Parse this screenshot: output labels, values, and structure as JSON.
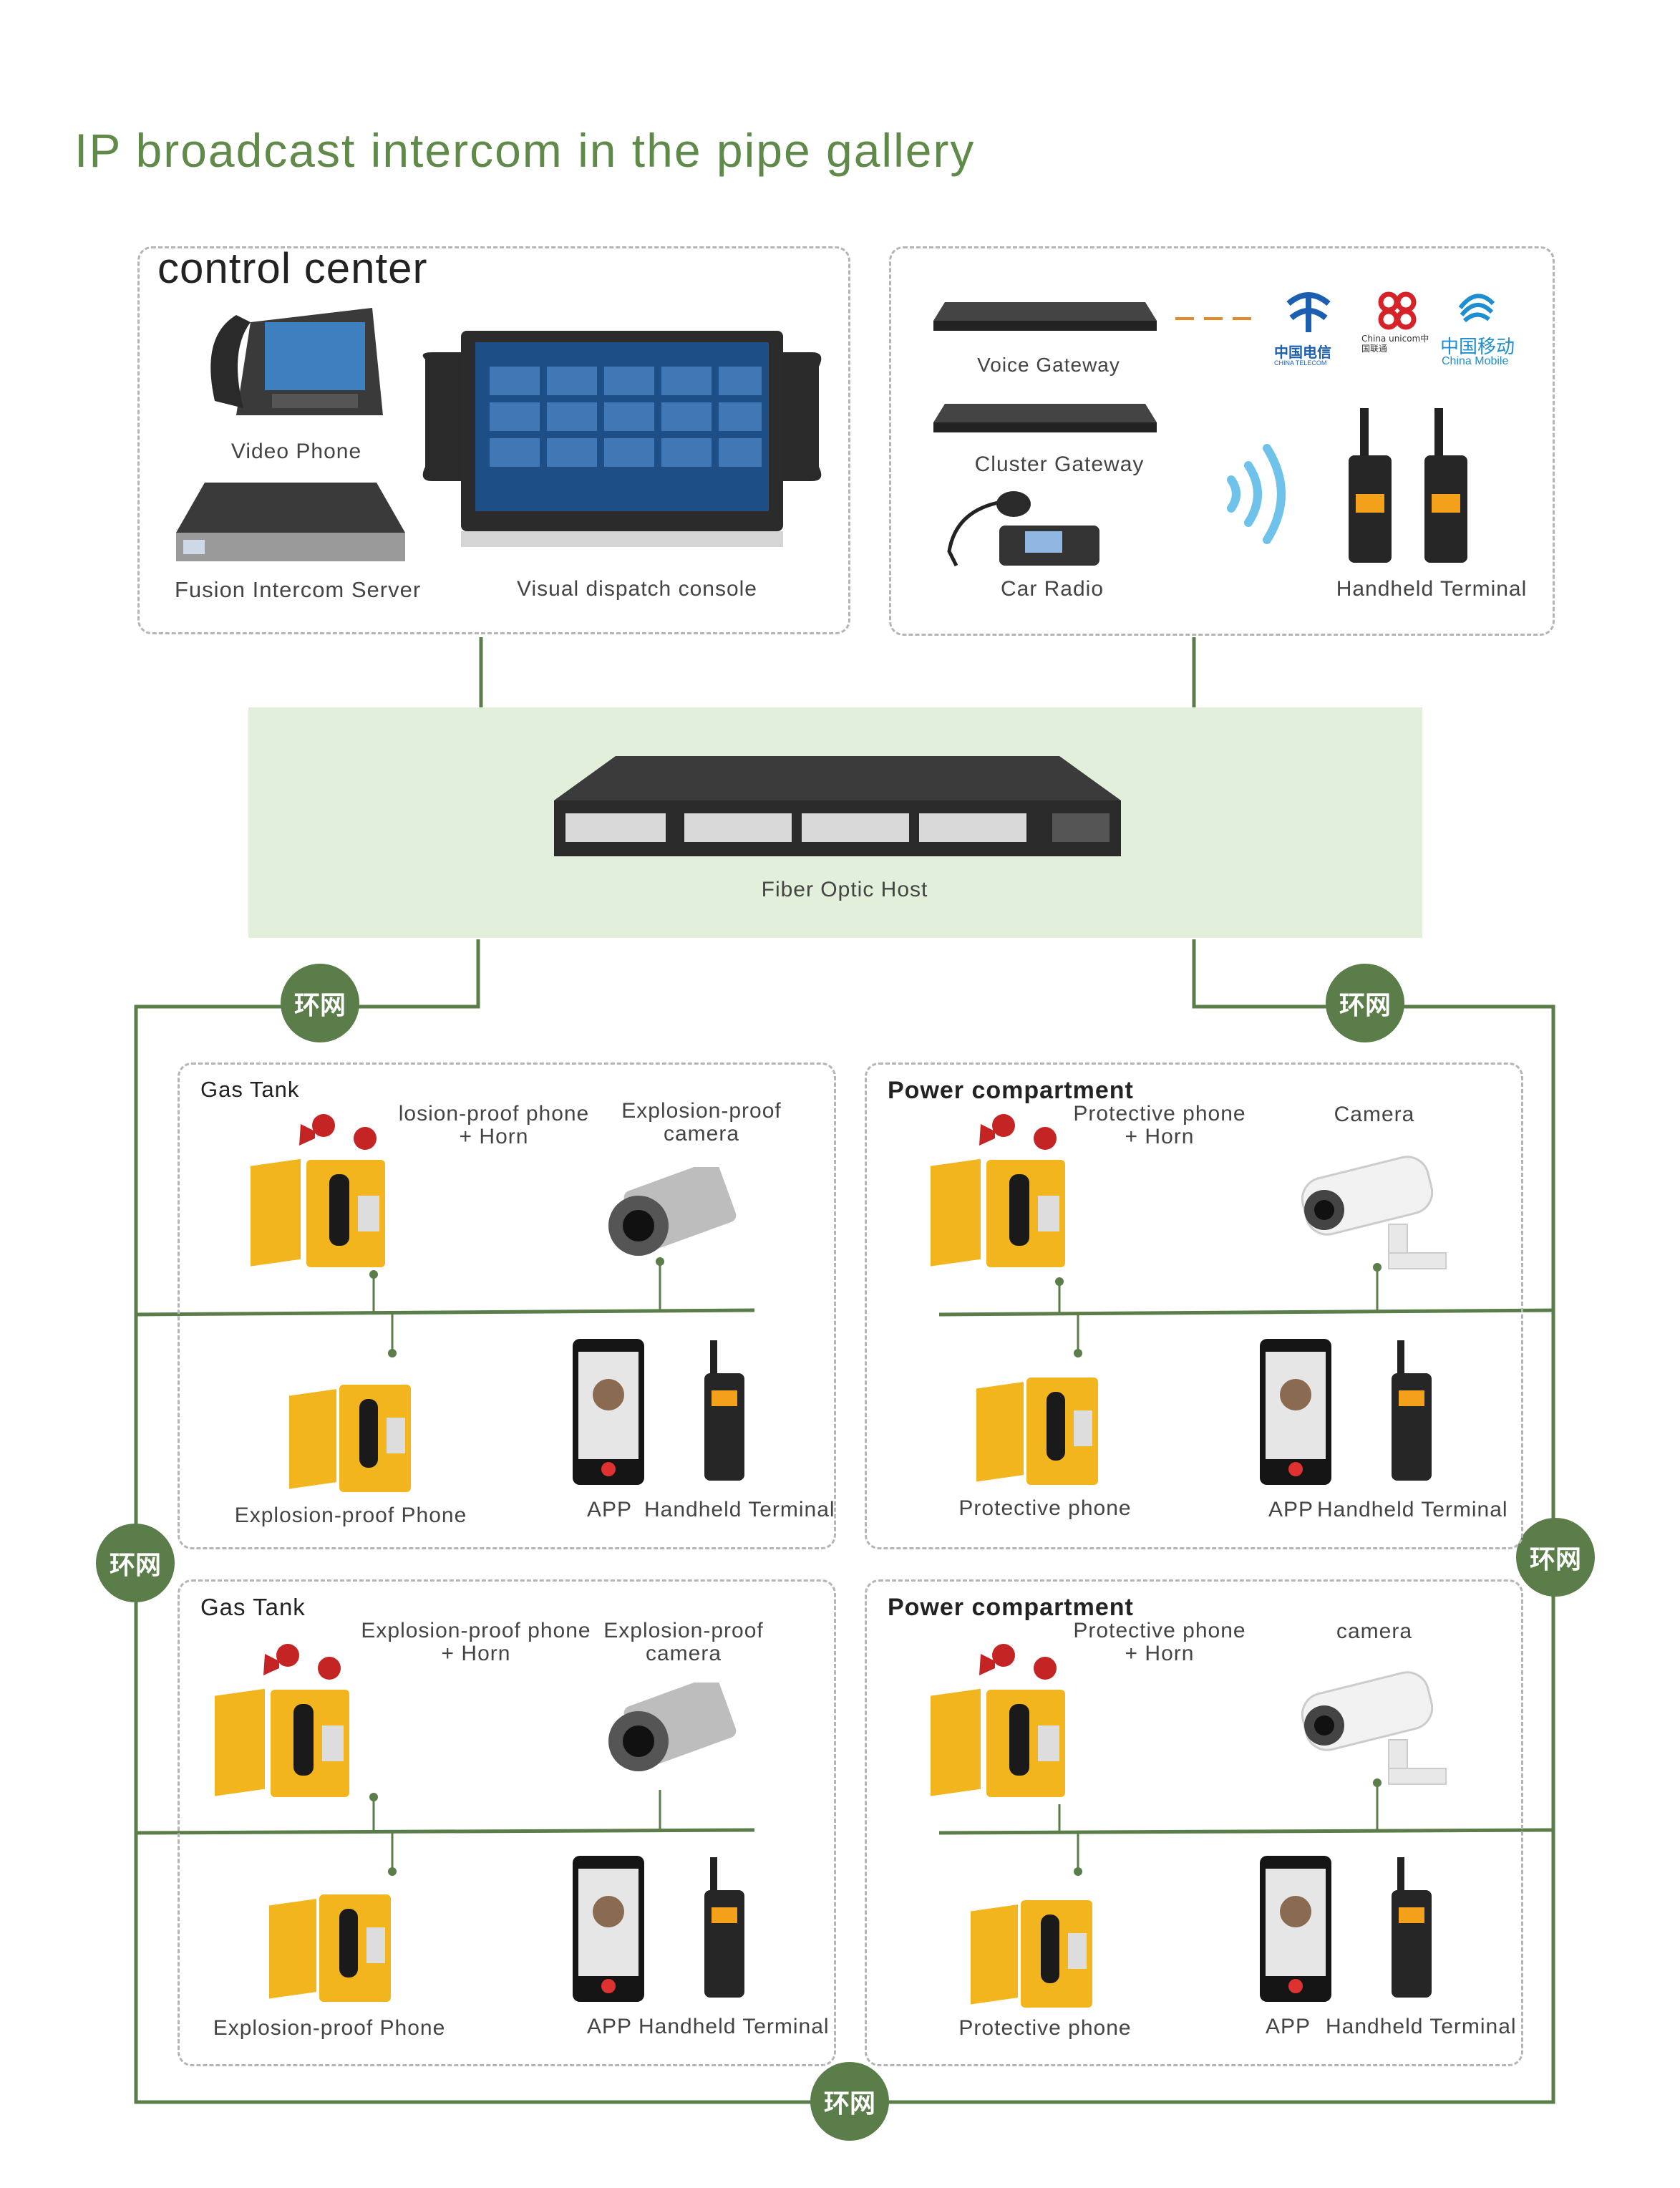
{
  "title": "IP broadcast intercom in the pipe gallery",
  "colors": {
    "accent": "#5f8a4a",
    "line": "#5a7d4a",
    "host_bg": "#e1efdb",
    "phone_yellow": "#f2b51d"
  },
  "control_center": {
    "heading": "control center",
    "video_phone": "Video Phone",
    "fusion_server": "Fusion Intercom Server",
    "dispatch_console": "Visual dispatch console"
  },
  "gateways": {
    "voice_gateway": "Voice Gateway",
    "cluster_gateway": "Cluster Gateway",
    "car_radio": "Car Radio",
    "handheld_terminal": "Handheld Terminal",
    "carriers": {
      "telecom_cn": "中国电信",
      "telecom_en": "CHINA TELECOM",
      "unicom_cn": "China unicom中国联通",
      "mobile_cn": "中国移动",
      "mobile_en": "China Mobile"
    }
  },
  "host": {
    "label": "Fiber Optic Host"
  },
  "ring_label": "环网",
  "zones": [
    {
      "heading": "Gas Tank",
      "phone_horn": "losion-proof phone\n+ Horn",
      "camera": "Explosion-proof\ncamera",
      "phone": "Explosion-proof Phone",
      "app": "APP",
      "handheld": "Handheld Terminal"
    },
    {
      "heading": "Power compartment",
      "phone_horn": "Protective phone\n+ Horn",
      "camera": "Camera",
      "phone": "Protective phone",
      "app": "APP",
      "handheld": "Handheld Terminal"
    },
    {
      "heading": "Gas Tank",
      "phone_horn": "Explosion-proof phone\n+ Horn",
      "camera": "Explosion-proof\ncamera",
      "phone": "Explosion-proof Phone",
      "app": "APP",
      "handheld": "Handheld Terminal"
    },
    {
      "heading": "Power compartment",
      "phone_horn": "Protective phone\n+ Horn",
      "camera": "camera",
      "phone": "Protective phone",
      "app": "APP",
      "handheld": "Handheld Terminal"
    }
  ]
}
